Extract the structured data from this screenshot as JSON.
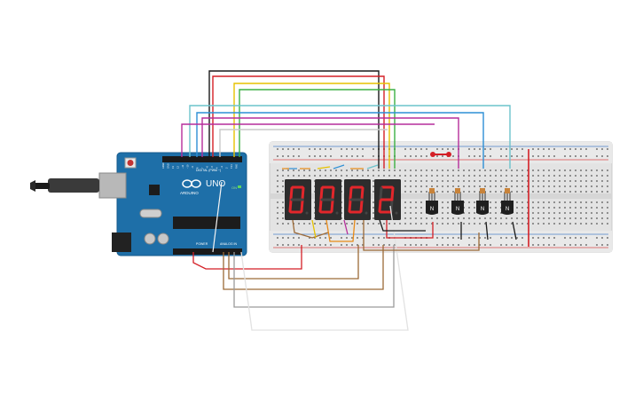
{
  "arduino": {
    "brand": "ARDUINO",
    "model": "UNO",
    "digital_label": "DIGITAL (PWM ~)",
    "power_label": "POWER",
    "analog_label": "ANALOG IN",
    "on_label": "ON",
    "pin_labels": [
      "AREF",
      "GND",
      "13",
      "12",
      "~11",
      "~10",
      "~9",
      "8",
      "7",
      "~6",
      "~5",
      "4",
      "~3",
      "2",
      "TX1",
      "RX0"
    ]
  },
  "display": {
    "digits": [
      "0",
      "0",
      "0",
      "2"
    ],
    "segment_color": "#e3262b",
    "body_color": "#2d2d2d"
  },
  "transistors": {
    "count": 4,
    "label": "N"
  },
  "wire_colors": {
    "black": "#1a1a1a",
    "red": "#d41f26",
    "yellow": "#e6c200",
    "green": "#3cb043",
    "magenta": "#b62d9b",
    "cyan": "#6cc3cc",
    "blue": "#2d8fd5",
    "orange": "#e88a17",
    "brown": "#9c6a37",
    "gray": "#9a9a9a",
    "white": "#f4f4f4"
  }
}
